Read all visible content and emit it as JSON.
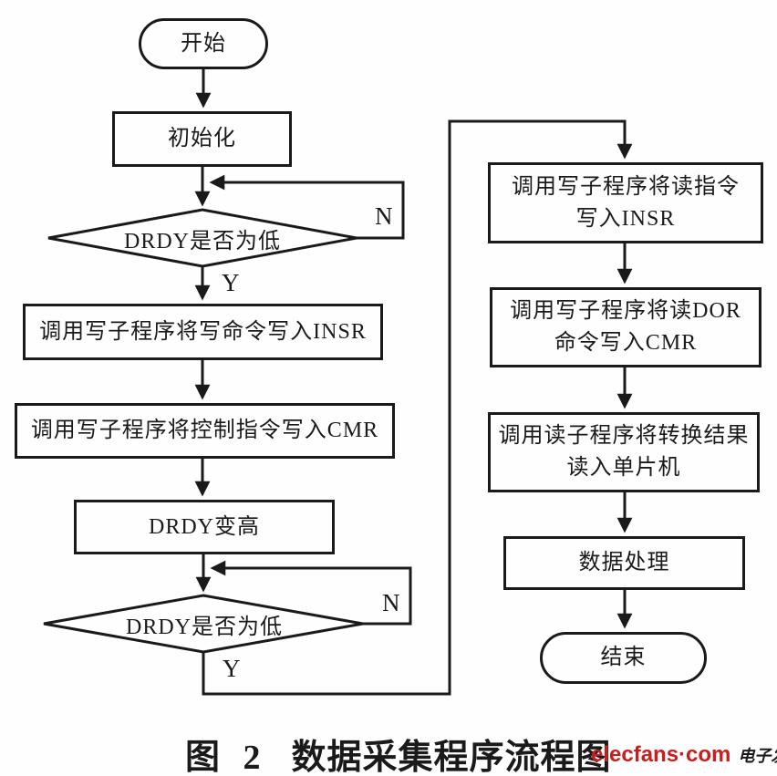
{
  "flowchart": {
    "start": "开始",
    "init": "初始化",
    "decision1": "DRDY是否为低",
    "write_insr": "调用写子程序将写命令写入INSR",
    "write_cmr": "调用写子程序将控制指令写入CMR",
    "drdy_high": "DRDY变高",
    "decision2": "DRDY是否为低",
    "read_cmd_insr_line1": "调用写子程序将读指令",
    "read_cmd_insr_line2": "写入INSR",
    "read_dor_line1": "调用写子程序将读DOR",
    "read_dor_line2": "命令写入CMR",
    "read_result_line1": "调用读子程序将转换结果",
    "read_result_line2": "读入单片机",
    "data_process": "数据处理",
    "end": "结束",
    "labels": {
      "decision1_no": "N",
      "decision1_yes": "Y",
      "decision2_no": "N",
      "decision2_yes": "Y"
    }
  },
  "caption": {
    "figure": "图 2",
    "title": "数据采集程序流程图"
  },
  "watermark": {
    "logo": "elecfans·com",
    "brand": "电子发烧友",
    "logo_color": "#c81e1e"
  },
  "colors": {
    "line": "#1a1a1a",
    "background": "#fefefe"
  }
}
